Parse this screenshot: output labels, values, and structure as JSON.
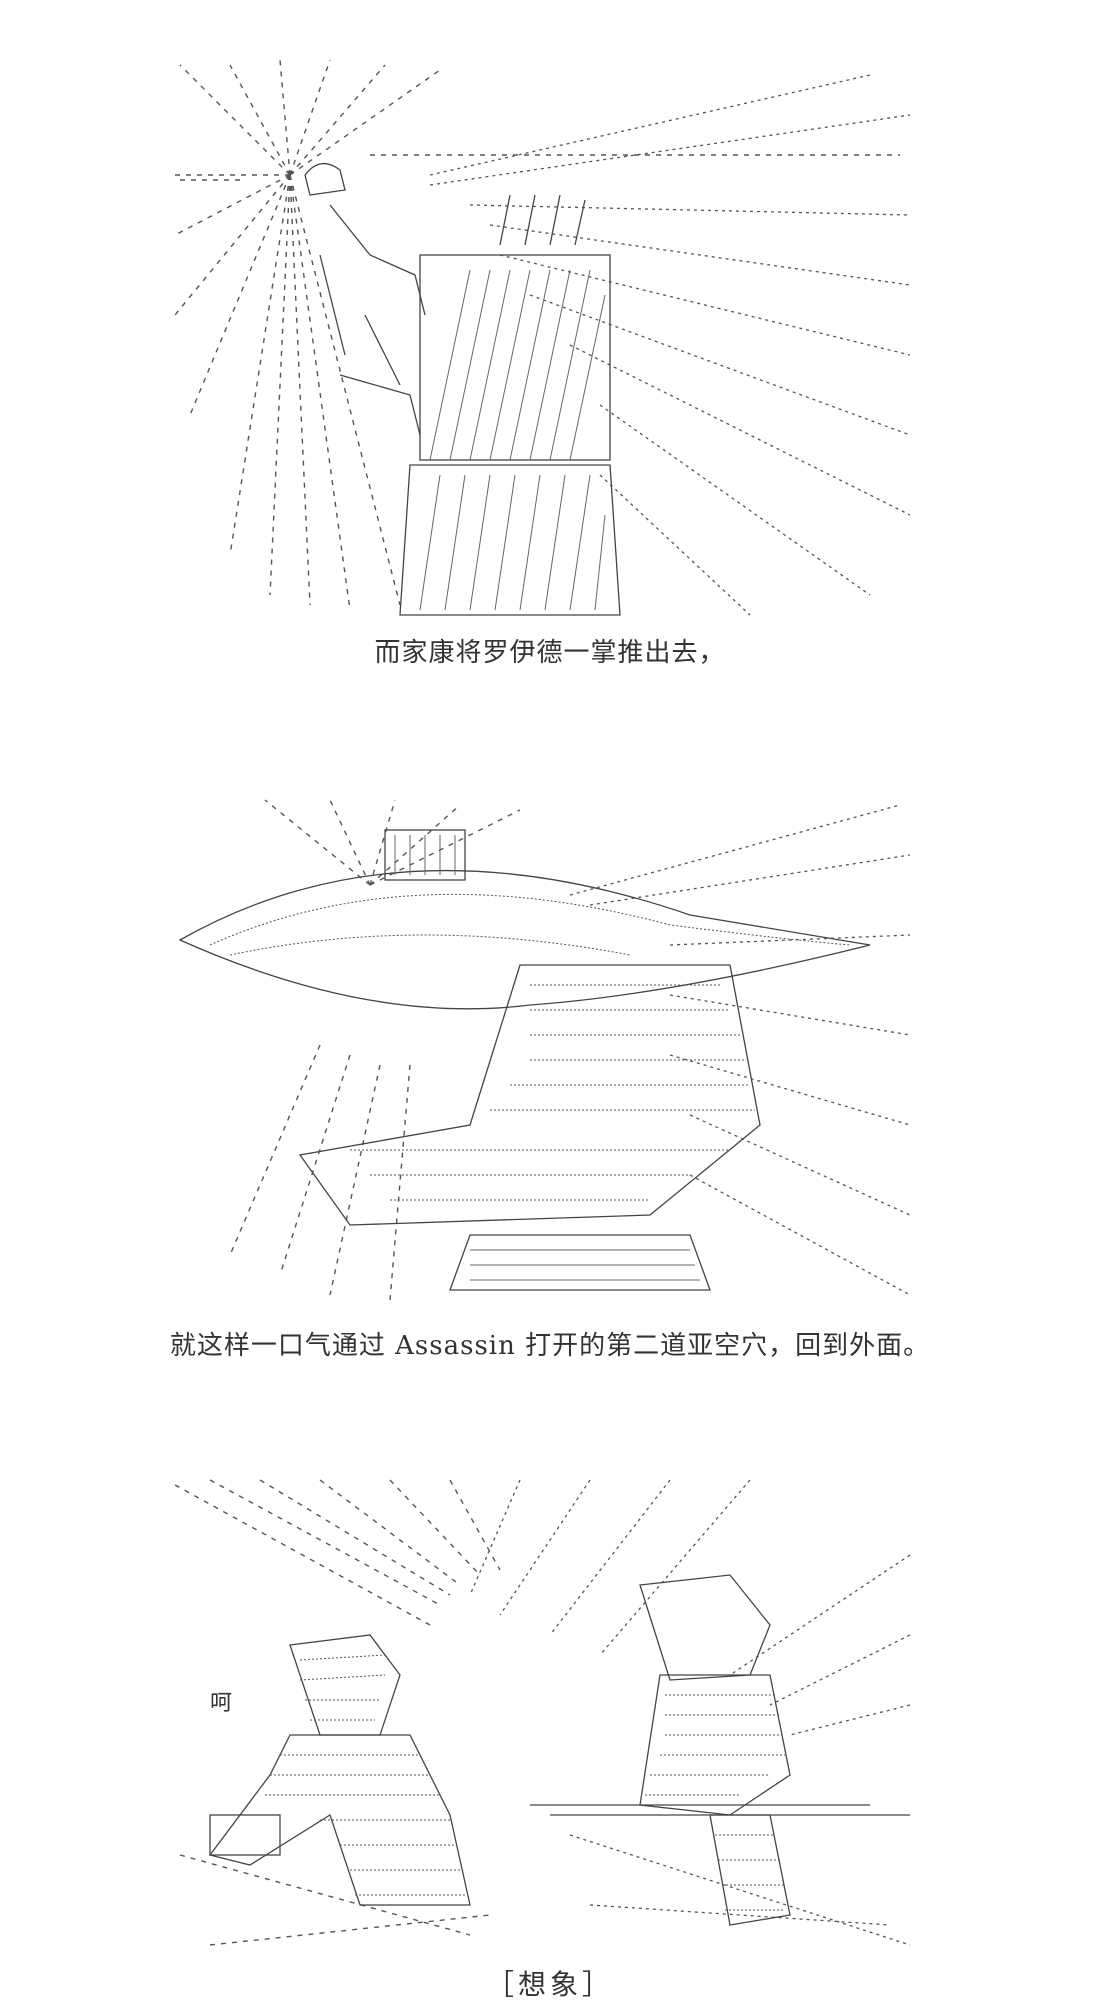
{
  "captions": {
    "first": "而家康将罗伊德一掌推出去，",
    "second": "就这样一口气通过 Assassin 打开的第二道亚空穴，回到外面。",
    "third": "［想象］"
  },
  "art_text": {
    "sound_effect": "呵"
  },
  "colors": {
    "background": "#ffffff",
    "ink": "#333333"
  }
}
